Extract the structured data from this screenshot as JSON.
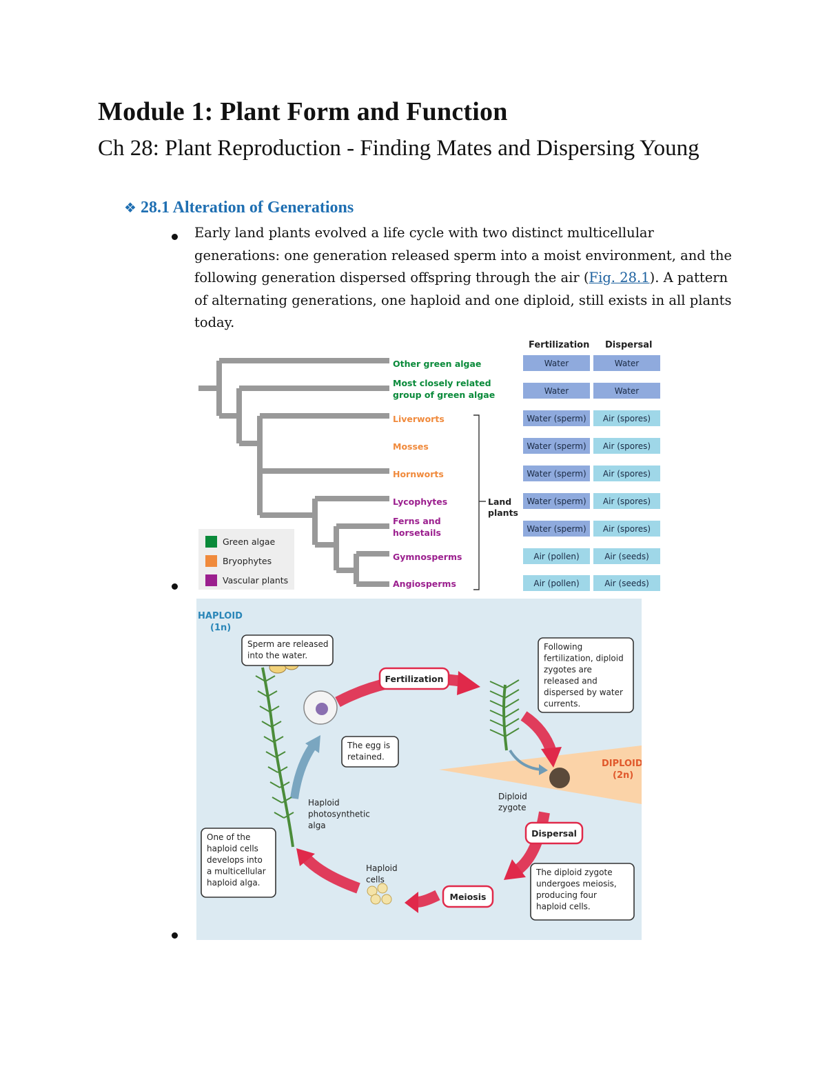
{
  "heading": "Module 1: Plant Form and Function",
  "chapter": "Ch 28: Plant Reproduction - Finding Mates and Dispersing Young",
  "section": {
    "bullet": "❖",
    "title": "28.1 Alteration of Generations"
  },
  "paragraph": {
    "before_link": "Early land plants evolved a life cycle with two distinct multicellular generations: one generation released sperm into a moist environment, and the following generation dispersed offspring through the air (",
    "link": "Fig. 28.1",
    "after_link": "). A pattern of alternating generations, one haploid and one diploid, still exists in all plants today."
  },
  "phylogeny": {
    "headers": {
      "fertilization": "Fertilization",
      "dispersal": "Dispersal"
    },
    "land_plants_label": [
      "Land",
      "plants"
    ],
    "colors": {
      "green": "#0a8a3a",
      "orange": "#f08a3c",
      "purple": "#9b1f8e",
      "water": "#8faadd",
      "air": "#9fd7e8"
    },
    "taxa": [
      {
        "name": [
          "Other green algae"
        ],
        "group": "green",
        "fertilization": "Water",
        "dispersal": "Water"
      },
      {
        "name": [
          "Most closely related",
          "group of green algae"
        ],
        "group": "green",
        "fertilization": "Water",
        "dispersal": "Water"
      },
      {
        "name": [
          "Liverworts"
        ],
        "group": "orange",
        "fertilization": "Water (sperm)",
        "dispersal": "Air (spores)"
      },
      {
        "name": [
          "Mosses"
        ],
        "group": "orange",
        "fertilization": "Water (sperm)",
        "dispersal": "Air (spores)"
      },
      {
        "name": [
          "Hornworts"
        ],
        "group": "orange",
        "fertilization": "Water (sperm)",
        "dispersal": "Air (spores)"
      },
      {
        "name": [
          "Lycophytes"
        ],
        "group": "purple",
        "fertilization": "Water (sperm)",
        "dispersal": "Air (spores)"
      },
      {
        "name": [
          "Ferns and",
          "horsetails"
        ],
        "group": "purple",
        "fertilization": "Water (sperm)",
        "dispersal": "Air (spores)"
      },
      {
        "name": [
          "Gymnosperms"
        ],
        "group": "purple",
        "fertilization": "Air (pollen)",
        "dispersal": "Air (seeds)"
      },
      {
        "name": [
          "Angiosperms"
        ],
        "group": "purple",
        "fertilization": "Air (pollen)",
        "dispersal": "Air (seeds)"
      }
    ],
    "legend": [
      {
        "label": "Green algae",
        "group": "green"
      },
      {
        "label": "Bryophytes",
        "group": "orange"
      },
      {
        "label": "Vascular plants",
        "group": "purple"
      }
    ]
  },
  "lifecycle": {
    "haploid": {
      "title": "HAPLOID",
      "sub": "(1n)"
    },
    "diploid": {
      "title": "DIPLOID",
      "sub": "(2n)"
    },
    "stages": {
      "fertilization": "Fertilization",
      "dispersal": "Dispersal",
      "meiosis": "Meiosis"
    },
    "callouts": {
      "sperm": [
        "Sperm are released",
        "into the water."
      ],
      "following": [
        "Following",
        "fertilization, diploid",
        "zygotes are",
        "released and",
        "dispersed by water",
        "currents."
      ],
      "egg": [
        "The egg is",
        "retained."
      ],
      "diploid_zygote_undergoes": [
        "The diploid zygote",
        "undergoes meiosis,",
        "producing four",
        "haploid cells."
      ],
      "one_of": [
        "One of the",
        "haploid cells",
        "develops into",
        "a multicellular",
        "haploid alga."
      ]
    },
    "labels": {
      "zygote": [
        "Diploid",
        "zygote"
      ],
      "alga": [
        "Haploid",
        "photosynthetic",
        "alga"
      ],
      "cells": [
        "Haploid",
        "cells"
      ]
    }
  }
}
